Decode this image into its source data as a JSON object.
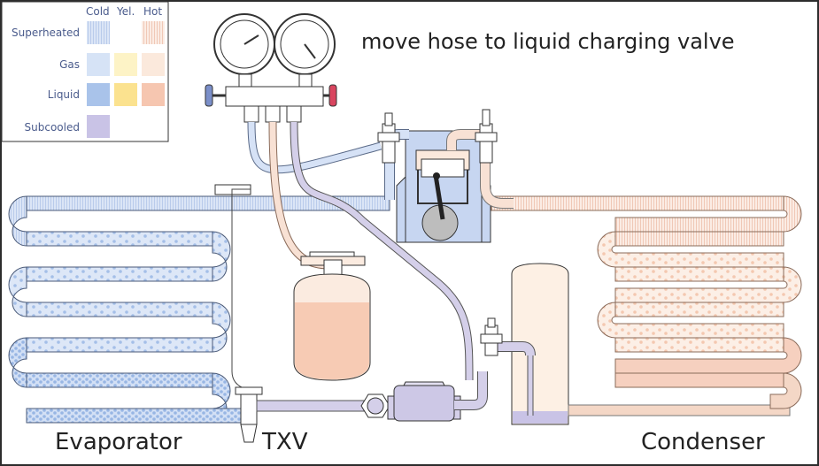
{
  "instruction": "move hose to liquid charging valve",
  "legend": {
    "columns": [
      "Cold",
      "Yel.",
      "Hot"
    ],
    "rows": [
      {
        "label": "Superheated",
        "colors": [
          "#c9d6f0",
          "",
          "#f4dcd3"
        ]
      },
      {
        "label": "Gas",
        "colors": [
          "#d6e3f6",
          "#fdf3c6",
          "#fbe9dc"
        ]
      },
      {
        "label": "Liquid",
        "colors": [
          "#a9c3ea",
          "#fbe28f",
          "#f6c6b0"
        ]
      },
      {
        "label": "Subcooled",
        "colors": [
          "#c9c3e6",
          "",
          ""
        ]
      }
    ]
  },
  "labels": {
    "evaporator": "Evaporator",
    "txv": "TXV",
    "condenser": "Condenser"
  },
  "colors": {
    "cold_line": "#c2d3ef",
    "cold_dots": "#8fb0e0",
    "hot_line": "#f4d7c6",
    "hot_dots": "#f2c0a5",
    "subcooled": "#c9c3e6",
    "tank_liquid": "#f7cbb4",
    "tank_gas": "#fbebe0",
    "outline": "#3a3f47"
  }
}
